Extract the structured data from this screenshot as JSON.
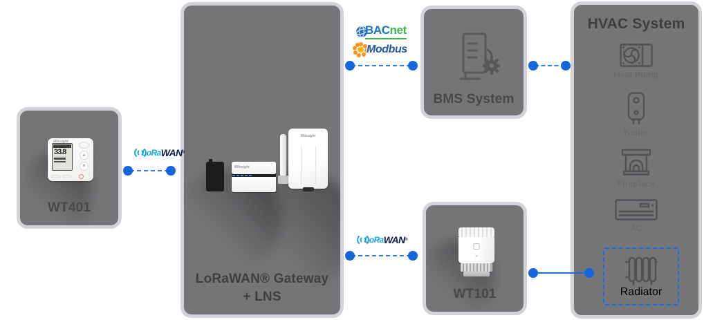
{
  "diagram": {
    "wt401": {
      "label": "WT401",
      "screen_temp": "33.8",
      "brand": "Milesight"
    },
    "gateway": {
      "label_line1": "LoRaWAN® Gateway",
      "label_line2": "+ LNS",
      "brand": "Milesight"
    },
    "bms": {
      "label": "BMS System"
    },
    "wt101": {
      "label": "WT101"
    },
    "hvac": {
      "title": "HVAC System",
      "items": [
        {
          "icon": "heat-pump-icon",
          "label": "Heat Pump"
        },
        {
          "icon": "boiler-icon",
          "label": "Boiler"
        },
        {
          "icon": "fireplace-icon",
          "label": "Fireplace"
        },
        {
          "icon": "air-conditioner-icon",
          "label": "AC"
        },
        {
          "icon": "radiator-icon",
          "label": "Radiator",
          "highlighted": true
        }
      ]
    },
    "protocols": {
      "lorawan": {
        "part1": "LoRa",
        "part2": "WAN",
        "reg": "®"
      },
      "bacnet": {
        "part1": "BAC",
        "part2": "net"
      },
      "modbus": {
        "label": "Modbus"
      }
    },
    "colors": {
      "accent_blue": "#1a6ce0",
      "dashed_blue": "#2e7ae8",
      "box_fill": "#757578",
      "box_border": "#d2d2d8",
      "label_gray": "#46464a",
      "icon_gray": "#58585b",
      "bacnet_blue": "#1b75bc",
      "bacnet_green": "#3cb54a",
      "modbus_blue": "#2456a4",
      "modbus_orange": "#f7941d",
      "lora_cyan": "#18a8dc",
      "lora_navy": "#101c4e"
    }
  }
}
